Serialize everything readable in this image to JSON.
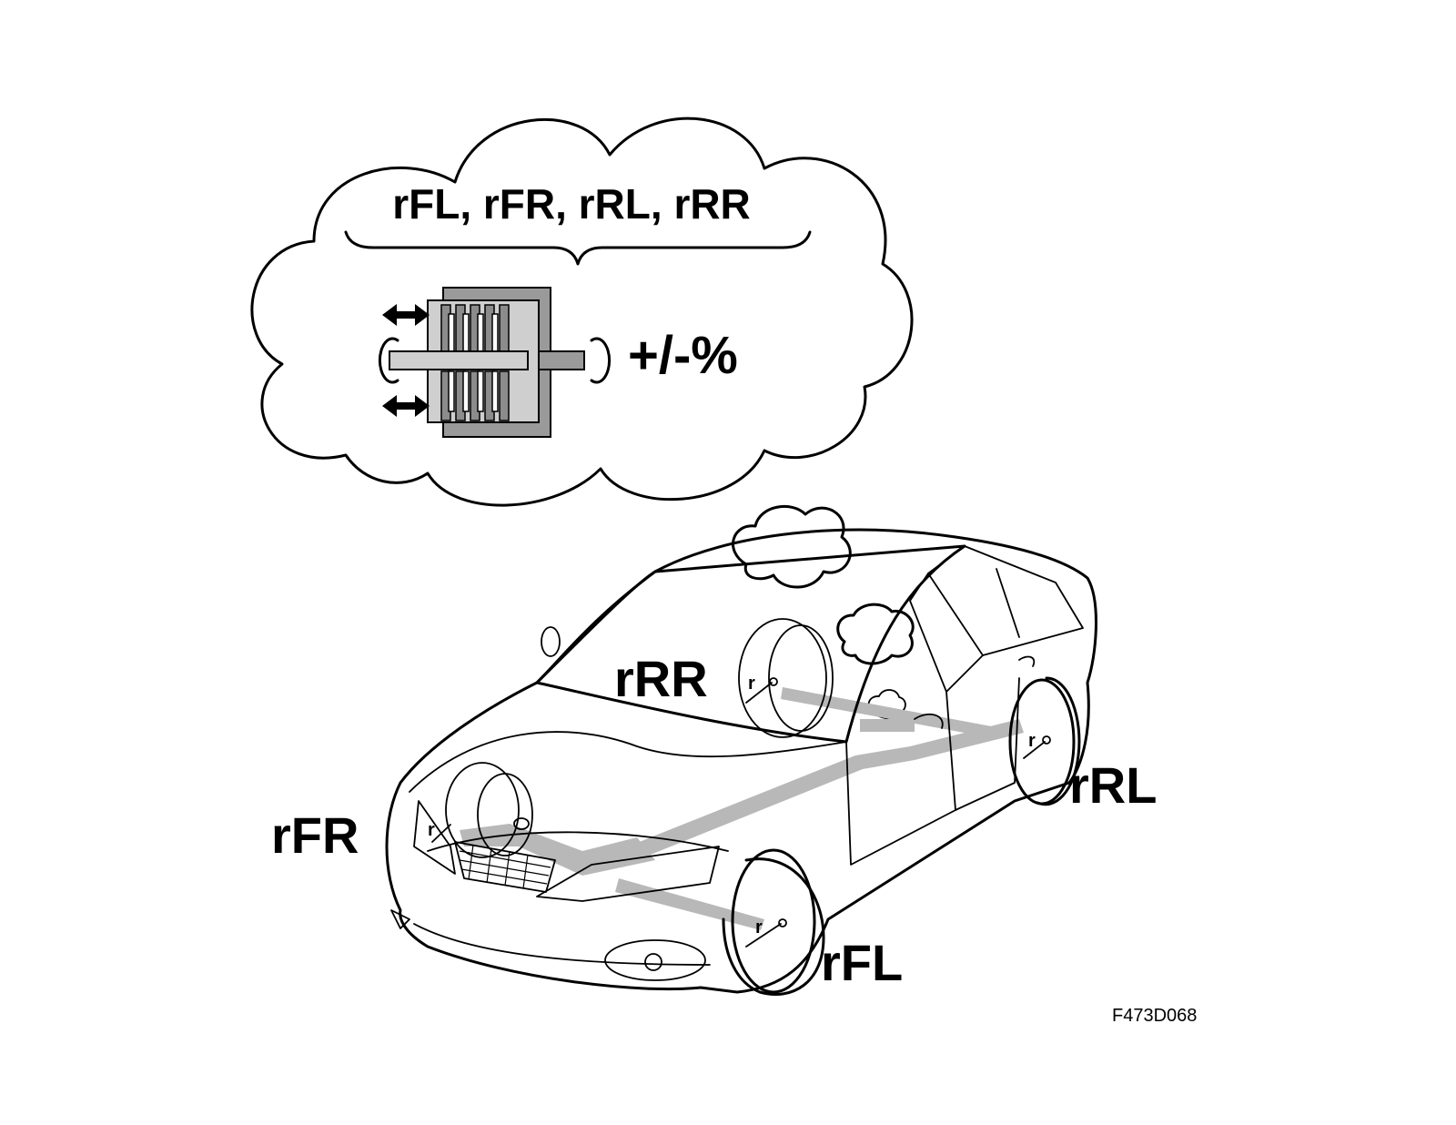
{
  "thought_bubble": {
    "title": "rFL, rFR, rRL, rRR",
    "percent_text": "+/-%"
  },
  "wheel_labels": {
    "front_left": "rFL",
    "front_right": "rFR",
    "rear_left": "rRL",
    "rear_right": "rRR",
    "radius_marker": "r"
  },
  "figure_code": "F473D068",
  "colors": {
    "line": "#000000",
    "clutch_outer": "#9a9a9a",
    "clutch_inner": "#cfcfcf",
    "driveline": "#b8b8b8"
  },
  "icons": [
    "thought-cloud",
    "clutch-icon",
    "double-arrow-icon",
    "rotation-arrow-icon",
    "car-illustration"
  ]
}
